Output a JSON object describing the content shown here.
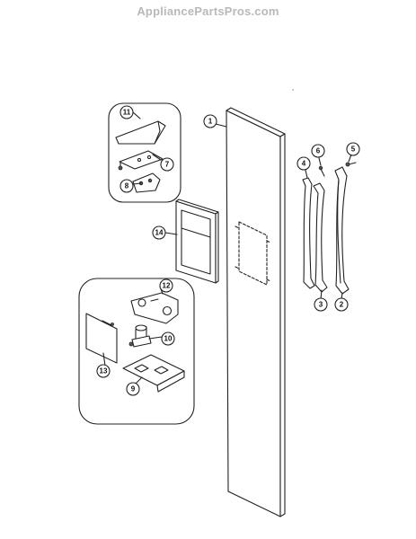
{
  "watermark": "AppliancePartsPros.com",
  "callouts": {
    "c1": "1",
    "c2": "2",
    "c3": "3",
    "c4": "4",
    "c5": "5",
    "c6": "6",
    "c7": "7",
    "c8": "8",
    "c9": "9",
    "c10": "10",
    "c11": "11",
    "c12": "12",
    "c13": "13",
    "c14": "14"
  },
  "colors": {
    "line": "#222222",
    "watermark": "#b9b9b9",
    "background": "#ffffff"
  }
}
